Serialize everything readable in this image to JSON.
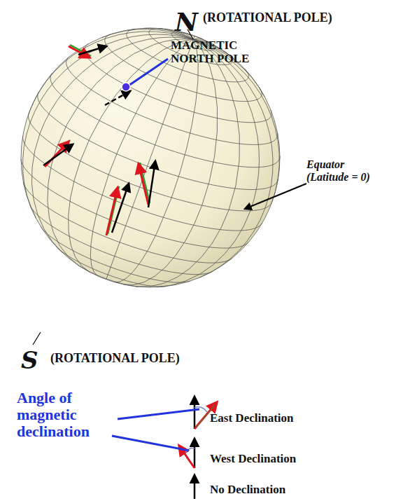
{
  "diagram": {
    "labels": [
      "N",
      "(ROTATIONAL POLE)",
      "MAGNETIC NORTH POLE",
      "Equator (Latitude = 0)",
      "S",
      "(ROTATIONAL POLE)",
      "Angle of magnetic declination",
      "East Declination",
      "West Declination",
      "No Declination"
    ]
  }
}
